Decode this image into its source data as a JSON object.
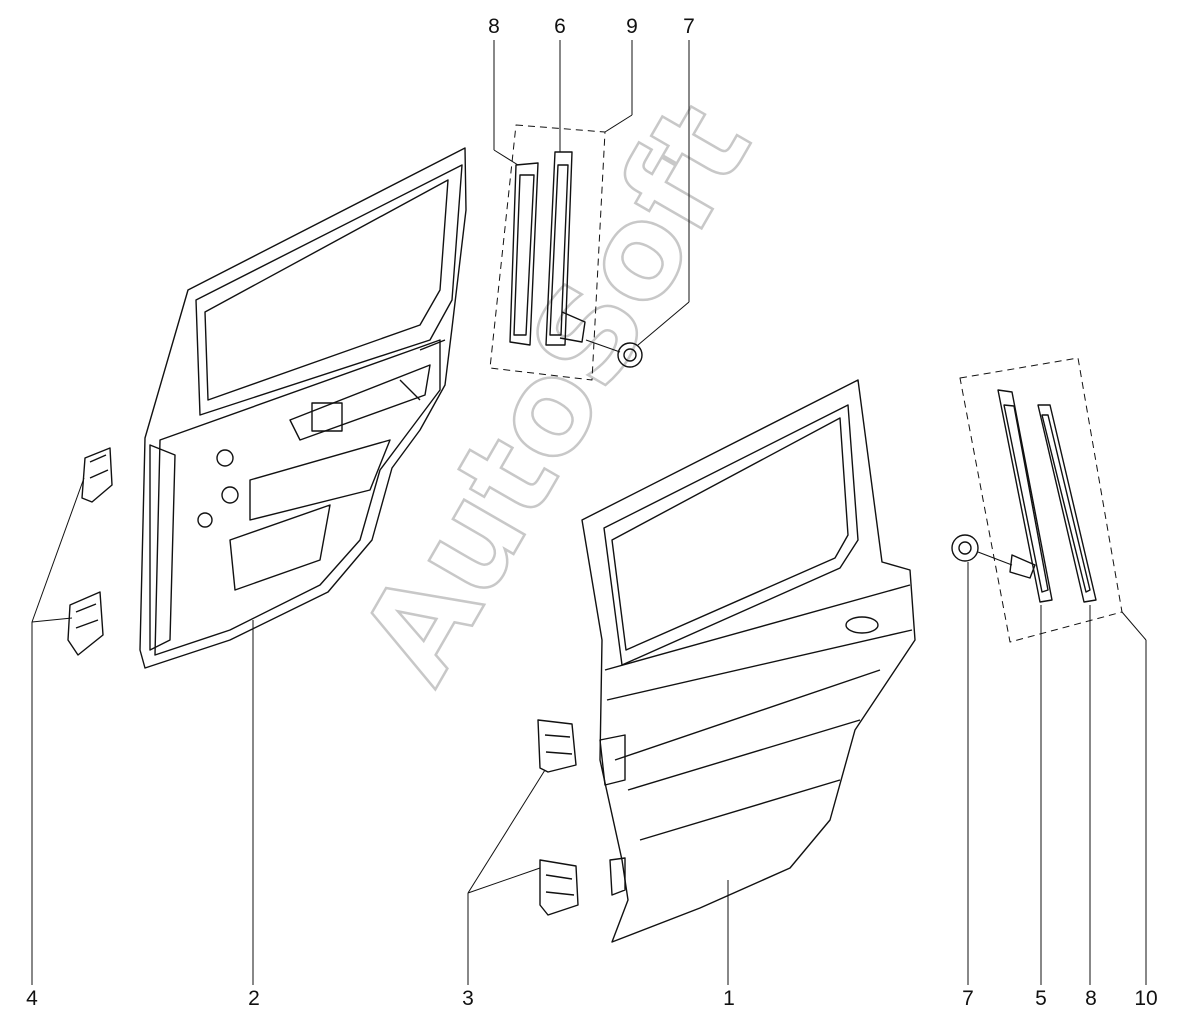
{
  "watermark": "AutoSoft",
  "callouts": {
    "top_8": "8",
    "top_6": "6",
    "top_9": "9",
    "top_7": "7",
    "bottom_4": "4",
    "bottom_2": "2",
    "bottom_3": "3",
    "bottom_1": "1",
    "bottom_7": "7",
    "bottom_5": "5",
    "bottom_8": "8",
    "bottom_10": "10"
  }
}
